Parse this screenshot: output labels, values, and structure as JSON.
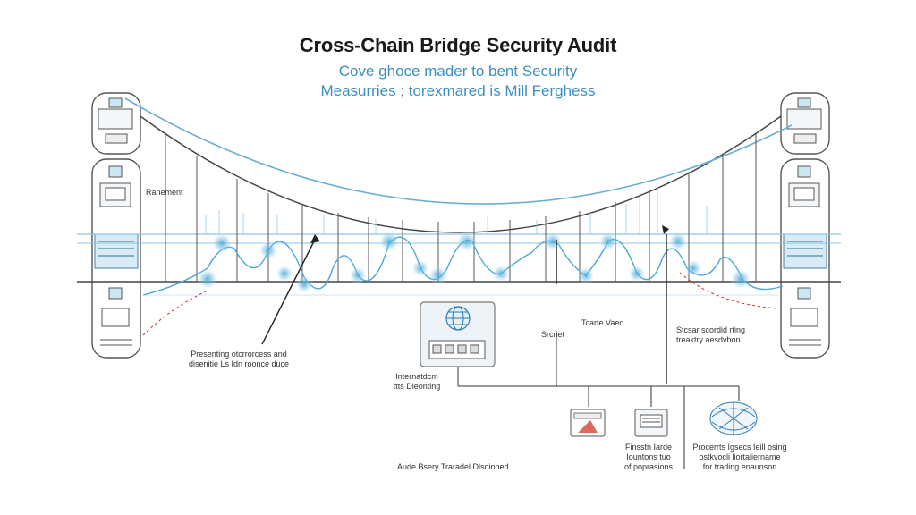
{
  "header": {
    "title": "Cross-Chain Bridge Security Audit",
    "subtitle_line1": "Cove ghoce mader to bent Security",
    "subtitle_line2": "Measurries ; torexmared is Mill Ferghess"
  },
  "labels": {
    "left_tower": "Ranement",
    "left_callout_line1": "Presenting otcrrorcess and",
    "left_callout_line2": "disenitie Ls Idn roonce duce",
    "center_box_line1": "Internatdcm",
    "center_box_line2": "ttts Dleonting",
    "mid_small": "Srcnet",
    "mid_right": "Tcarte Vaed",
    "right_callout_line1": "Stcsar scordid rting",
    "right_callout_line2": "treaktry aesdvbon",
    "bottom_left": "Aude Bsery Traradel Dlsoioned",
    "bottom_mid_line1": "Finsstn Iarde",
    "bottom_mid_line2": "Iountons tuo",
    "bottom_mid_line3": "of poprasions",
    "bottom_right_line1": "Procerrts Igsecs Ieill osing",
    "bottom_right_line2": "ostkvocli liortaliername",
    "bottom_right_line3": "for trading enaunson"
  },
  "colors": {
    "cable": "#6aaed0",
    "node": "#4aa8d8",
    "alert": "#c0392b",
    "line": "#333333"
  }
}
